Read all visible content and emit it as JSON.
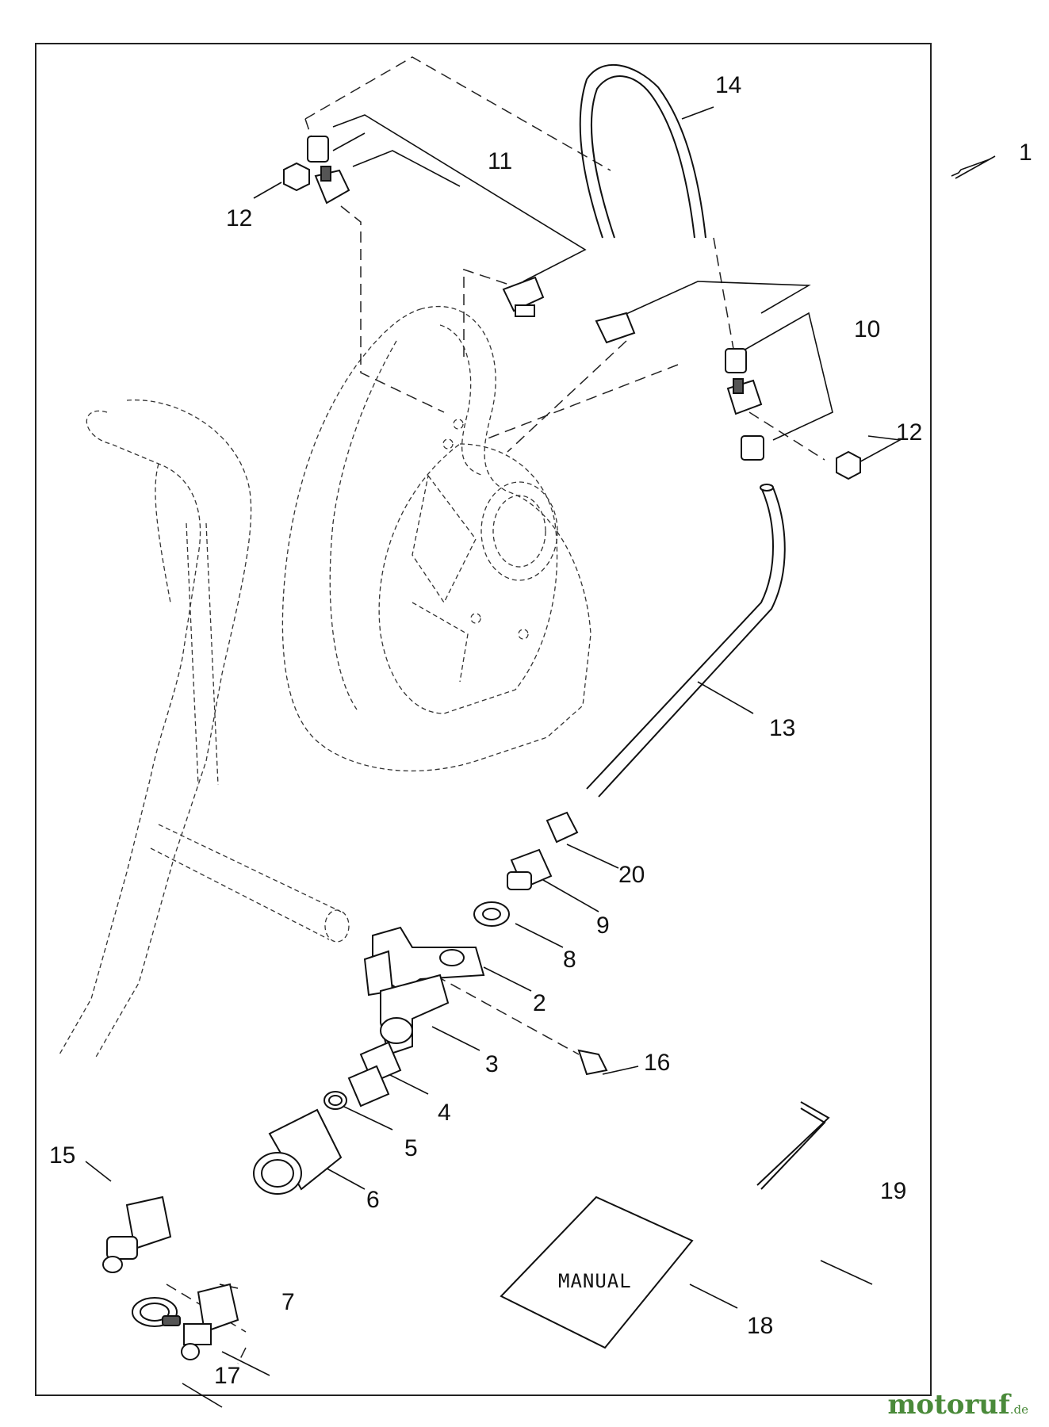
{
  "callouts": {
    "c1": "1",
    "c2": "2",
    "c3": "3",
    "c4": "4",
    "c5": "5",
    "c6": "6",
    "c7": "7",
    "c8": "8",
    "c9": "9",
    "c10": "10",
    "c11": "11",
    "c12a": "12",
    "c12b": "12",
    "c13": "13",
    "c14": "14",
    "c15": "15",
    "c16": "16",
    "c17": "17",
    "c18": "18",
    "c19": "19",
    "c20": "20"
  },
  "manual": {
    "text": "MANUAL"
  },
  "watermark": {
    "brand": "motoruf",
    "suffix": ".de",
    "color": "#4a8a3a"
  }
}
